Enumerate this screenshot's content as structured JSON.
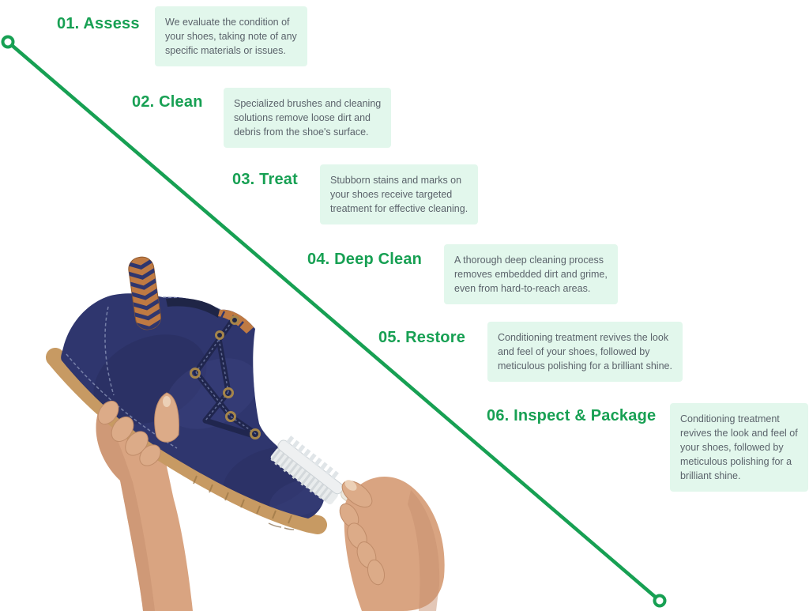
{
  "section": {
    "name": "Shoe cleaning process",
    "accent_color": "#17a053",
    "box_background": "#e2f7ec",
    "body_text_color": "#5b636b"
  },
  "steps": [
    {
      "title": "01. Assess",
      "description": "We evaluate the condition of\nyour shoes, taking note of any\nspecific materials or issues."
    },
    {
      "title": "02. Clean",
      "description": "Specialized brushes and cleaning\nsolutions remove loose dirt and\ndebris from the shoe's surface."
    },
    {
      "title": "03. Treat",
      "description": "Stubborn stains and marks on\nyour shoes receive targeted\ntreatment for effective cleaning."
    },
    {
      "title": "04. Deep Clean",
      "description": "A thorough deep cleaning process\nremoves embedded dirt and grime,\neven from hard-to-reach areas."
    },
    {
      "title": "05. Restore",
      "description": "Conditioning treatment revives the look\nand feel of your shoes, followed by\nmeticulous polishing for a brilliant shine."
    },
    {
      "title": "06. Inspect & Package",
      "description": "Conditioning treatment\nrevives the look and feel of\nyour shoes, followed by\nmeticulous polishing for a\nbrilliant shine."
    }
  ],
  "illustration": {
    "name": "hands-cleaning-blue-suede-shoe-with-brush"
  }
}
